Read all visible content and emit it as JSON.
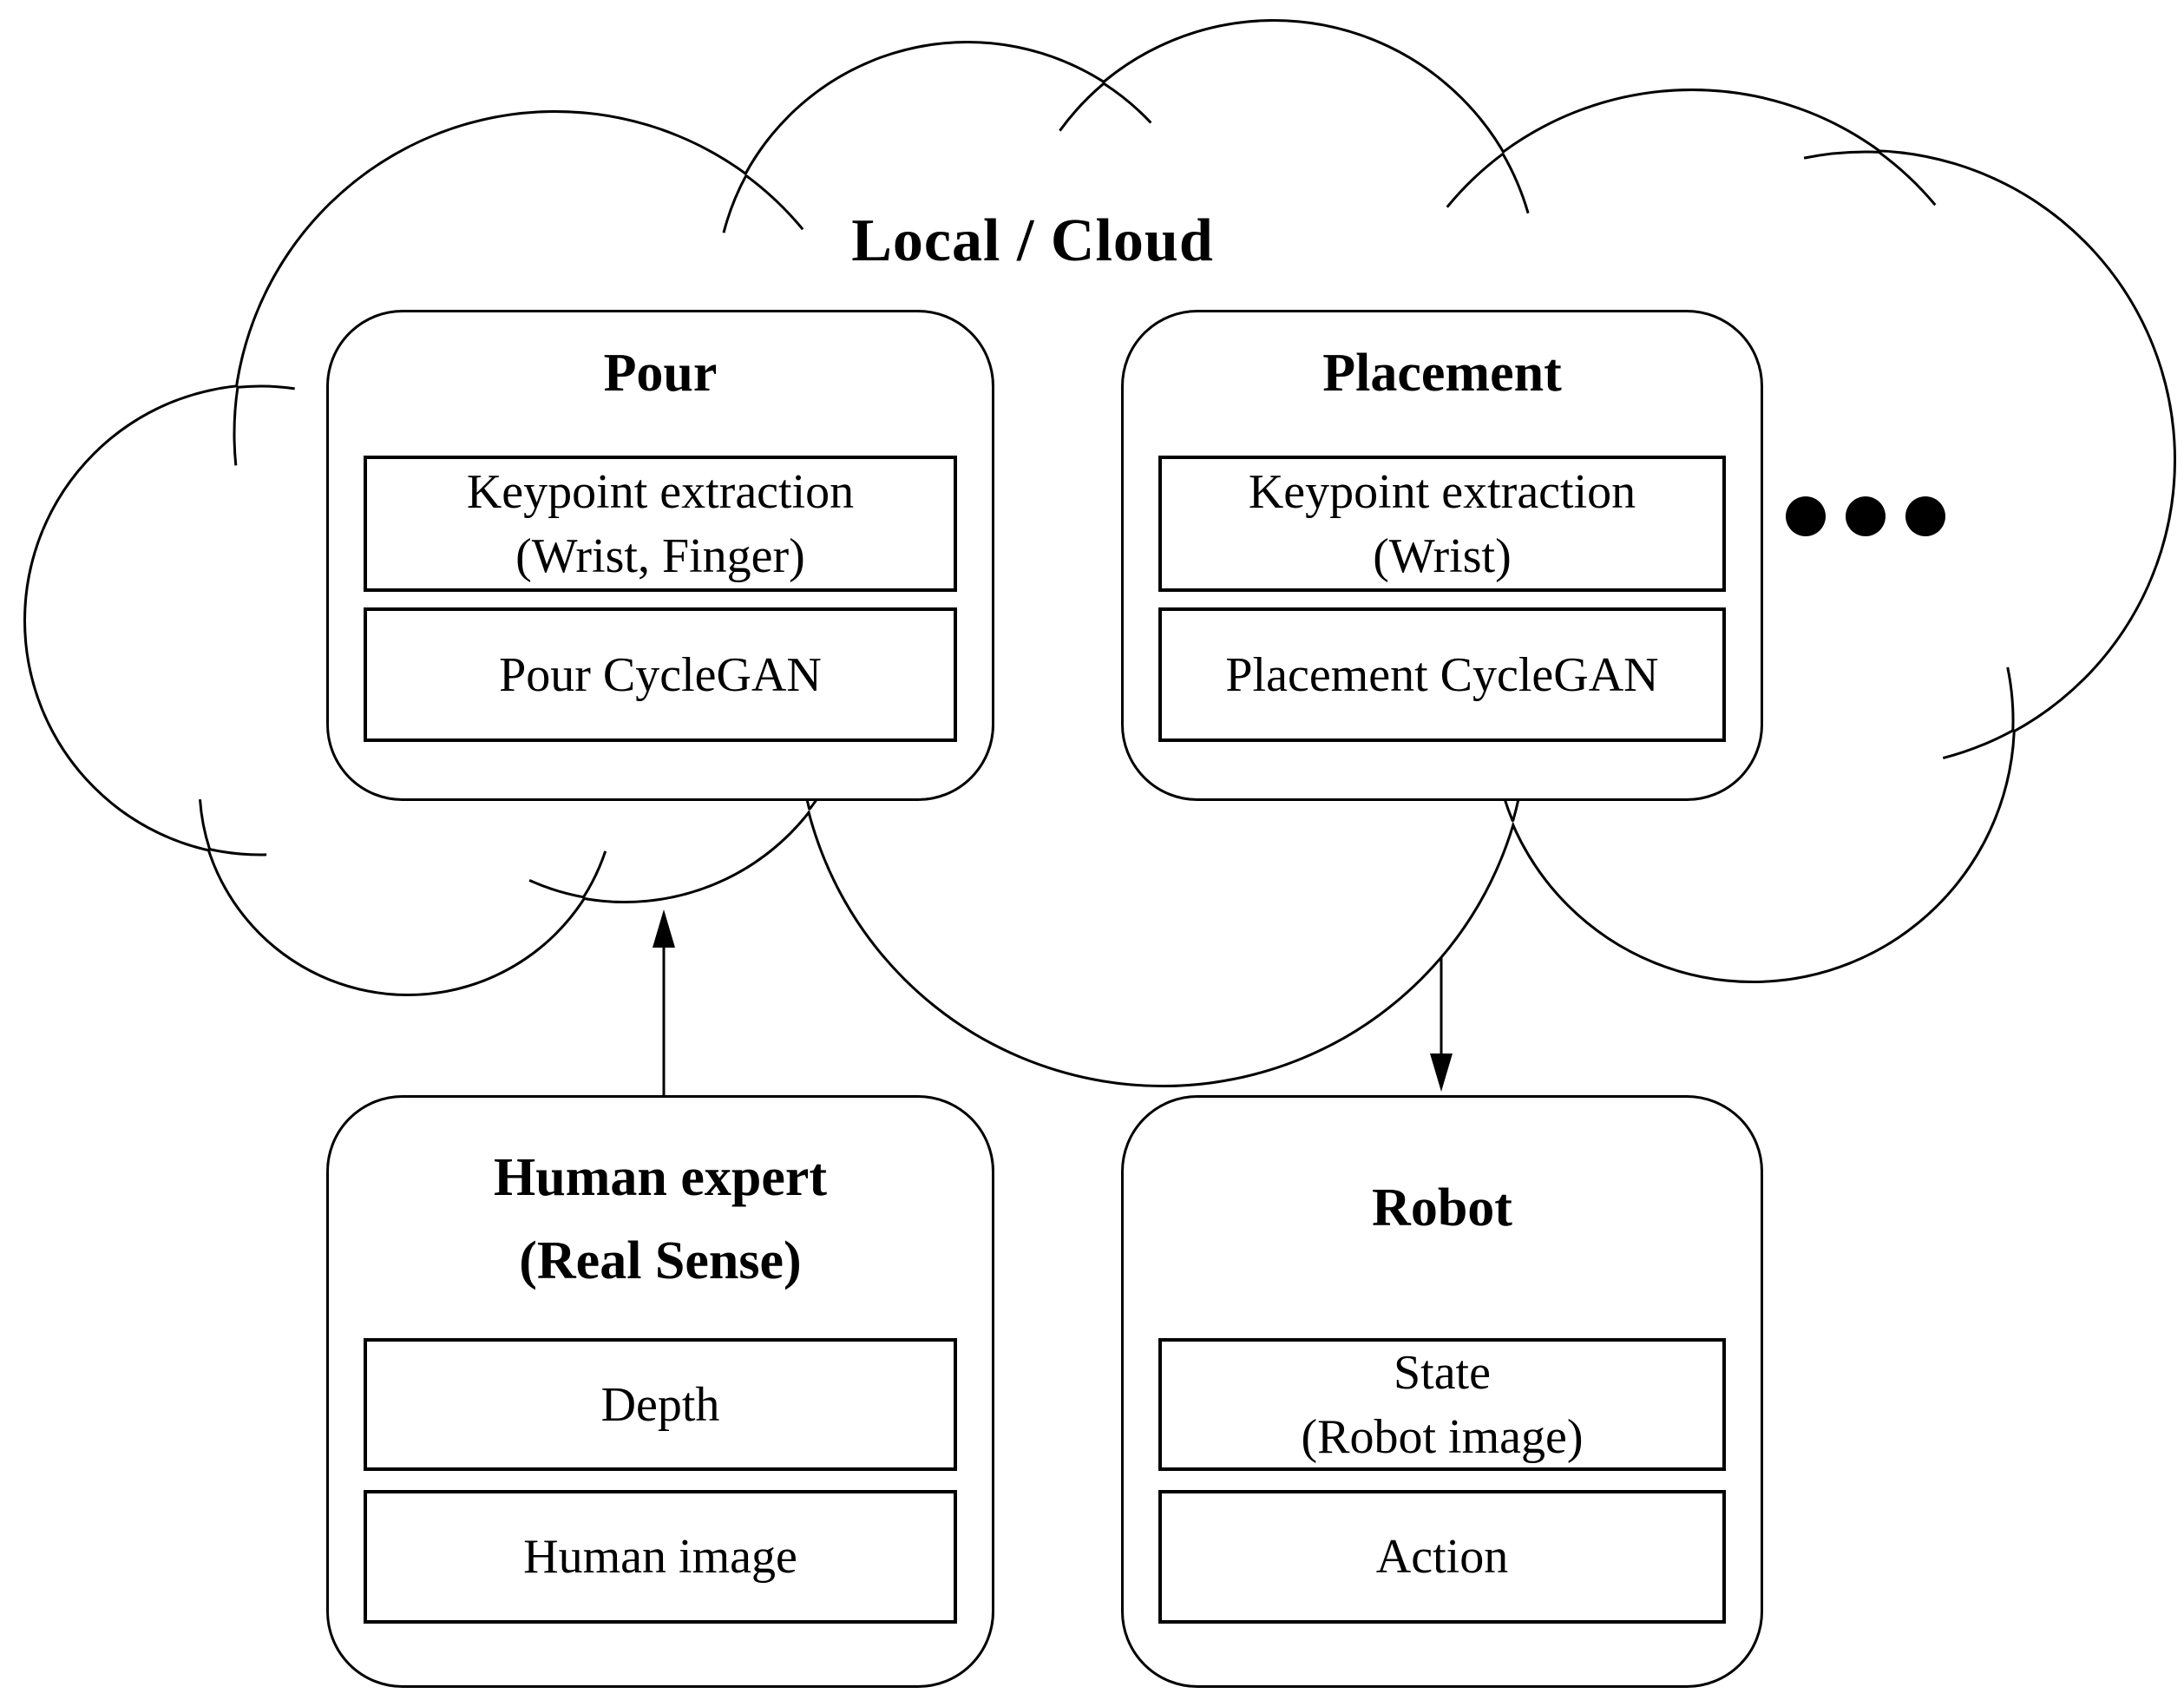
{
  "cloud": {
    "title": "Local / Cloud",
    "modules": [
      {
        "title": "Pour",
        "cells": [
          {
            "lines": [
              "Keypoint extraction",
              "(Wrist, Finger)"
            ]
          },
          {
            "lines": [
              "Pour CycleGAN"
            ]
          }
        ]
      },
      {
        "title": "Placement",
        "cells": [
          {
            "lines": [
              "Keypoint extraction",
              "(Wrist)"
            ]
          },
          {
            "lines": [
              "Placement CycleGAN"
            ]
          }
        ]
      }
    ],
    "ellipsis_dot_count": 3
  },
  "nodes": [
    {
      "title_lines": [
        "Human expert",
        "(Real Sense)"
      ],
      "cells": [
        {
          "lines": [
            "Depth"
          ]
        },
        {
          "lines": [
            "Human image"
          ]
        }
      ]
    },
    {
      "title_lines": [
        "Robot"
      ],
      "cells": [
        {
          "lines": [
            "State",
            "(Robot image)"
          ]
        },
        {
          "lines": [
            "Action"
          ]
        }
      ]
    }
  ],
  "connectors": [
    {
      "icon": "arrow-up-icon",
      "from": "human-expert",
      "to": "cloud"
    },
    {
      "icon": "arrow-down-icon",
      "from": "cloud",
      "to": "robot"
    }
  ],
  "colors": {
    "ink": "#000000",
    "background": "#ffffff"
  }
}
